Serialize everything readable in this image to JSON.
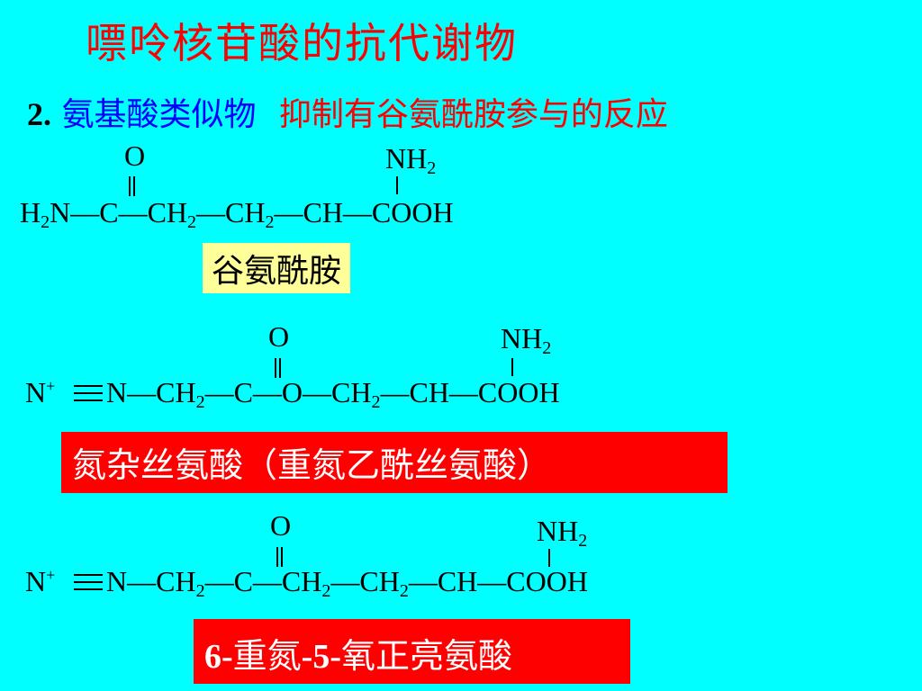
{
  "title": "嘌呤核苷酸的抗代谢物",
  "subtitle": {
    "number": "2.",
    "blue_text": "氨基酸类似物",
    "red_text": "抑制有谷氨酰胺参与的反应"
  },
  "structures": [
    {
      "top_o": "O",
      "top_nh2": "NH",
      "top_nh2_sub": "2",
      "main_chain": [
        "H",
        "2",
        "N—C—CH",
        "2",
        "—CH",
        "2",
        "—CH—COOH"
      ],
      "label": "谷氨酰胺"
    },
    {
      "top_o": "O",
      "top_nh2": "NH",
      "top_nh2_sub": "2",
      "n_plus": "N",
      "plus": "+",
      "main_chain": [
        "N—CH",
        "2",
        "—C—O—CH",
        "2",
        "—CH—COOH"
      ],
      "label": "氮杂丝氨酸（重氮乙酰丝氨酸）"
    },
    {
      "top_o": "O",
      "top_nh2": "NH",
      "top_nh2_sub": "2",
      "n_plus": "N",
      "plus": "+",
      "main_chain": [
        "N—CH",
        "2",
        "—C—CH",
        "2",
        "—CH",
        "2",
        "—CH—COOH"
      ],
      "label_parts": [
        "6-",
        "重氮",
        "-5-",
        "氧正亮氨酸"
      ]
    }
  ],
  "colors": {
    "background": "#00FFFF",
    "title": "#FF0000",
    "blue_text": "#0000FF",
    "red_text": "#FF0000",
    "yellow_box": "#FFFF99",
    "red_box": "#FF0000"
  }
}
